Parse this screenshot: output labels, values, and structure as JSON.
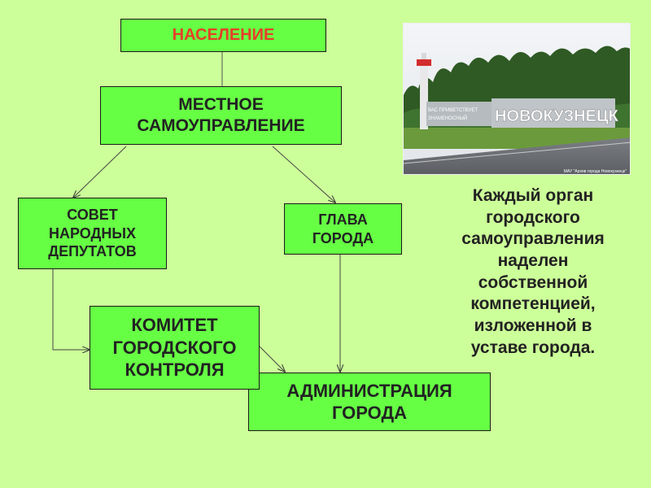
{
  "boxes": {
    "population": "НАСЕЛЕНИЕ",
    "local_government": "МЕСТНОЕ\nСАМОУПРАВЛЕНИЕ",
    "council": "СОВЕТ\nНАРОДНЫХ\nДЕПУТАТОВ",
    "head": "ГЛАВА\nГОРОДА",
    "committee": "КОМИТЕТ\nГОРОДСКОГО\nКОНТРОЛЯ",
    "administration": "АДМИНИСТРАЦИЯ\nГОРОДА"
  },
  "colors": {
    "background": "#ccff99",
    "box_fill": "#66ff44",
    "population_text": "#e64028"
  },
  "photo": {
    "sign_text": "НОВОКУЗНЕЦК",
    "sign_small_line1": "ВАС ПРИВЕТСТВУЕТ",
    "sign_small_line2": "ЗНАМЕНОСНЫЙ",
    "caption": "МАУ \"Архив города Новокузнецк\""
  },
  "description": "Каждый орган\nгородского\nсамоуправления\nнаделен\nсобственной\nкомпетенцией,\nизложенной в\nуставе города."
}
